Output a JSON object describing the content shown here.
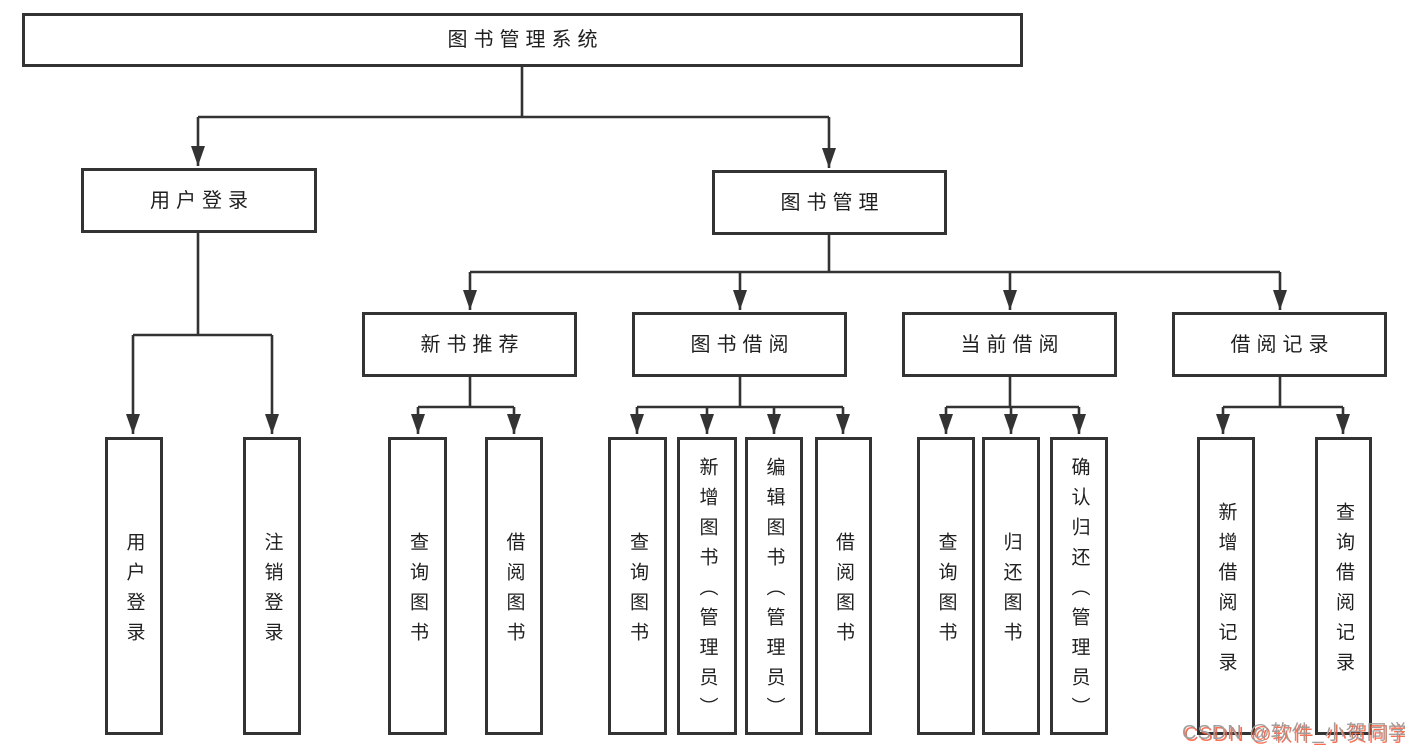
{
  "diagram": {
    "tree": {
      "label": "图书管理系统",
      "children": [
        {
          "label": "用户登录",
          "children": [
            {
              "label": "用户登录"
            },
            {
              "label": "注销登录"
            }
          ]
        },
        {
          "label": "图书管理",
          "children": [
            {
              "label": "新书推荐",
              "children": [
                {
                  "label": "查询图书"
                },
                {
                  "label": "借阅图书"
                }
              ]
            },
            {
              "label": "图书借阅",
              "children": [
                {
                  "label": "查询图书"
                },
                {
                  "label": "新增图书（管理员）"
                },
                {
                  "label": "编辑图书（管理员）"
                },
                {
                  "label": "借阅图书"
                }
              ]
            },
            {
              "label": "当前借阅",
              "children": [
                {
                  "label": "查询图书"
                },
                {
                  "label": "归还图书"
                },
                {
                  "label": "确认归还（管理员）"
                }
              ]
            },
            {
              "label": "借阅记录",
              "children": [
                {
                  "label": "新增借阅记录"
                },
                {
                  "label": "查询借阅记录"
                }
              ]
            }
          ]
        }
      ]
    }
  },
  "watermark": {
    "text": "CSDN @软件_小贺同学"
  },
  "colors": {
    "line": "#333333",
    "box_border": "#333333",
    "text": "#1f1f1f",
    "background": "#ffffff",
    "watermark_gray": "#9e9e9e",
    "watermark_red": "#fc5531"
  }
}
